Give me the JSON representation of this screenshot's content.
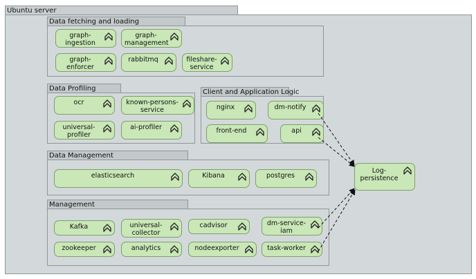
{
  "server": {
    "title": "Ubuntu server"
  },
  "groups": [
    {
      "name": "Data fetching and loading"
    },
    {
      "name": "Data Profiling"
    },
    {
      "name": "Client and Application Logic"
    },
    {
      "name": "Data Management"
    },
    {
      "name": "Management"
    }
  ],
  "services": {
    "graph_ingestion": "graph-\ningestion",
    "graph_management": "graph-\nmanagement",
    "graph_enforcer": "graph-\nenforcer",
    "rabbitmq": "rabbitmq",
    "fileshare_service": "fileshare-\nservice",
    "ocr": "ocr",
    "known_persons_service": "known-persons-\nservice",
    "universal_profiler": "universal-\nprofiler",
    "ai_profiler": "ai-profiler",
    "nginx": "nginx",
    "dm_notify": "dm-notify",
    "front_end": "front-end",
    "api": "api",
    "elasticsearch": "elasticsearch",
    "kibana": "Kibana",
    "postgres": "postgres",
    "kafka": "Kafka",
    "universal_collector": "universal-\ncollector",
    "cadvisor": "cadvisor",
    "dm_service_iam": "dm-service-\niam",
    "zookeeper": "zookeeper",
    "analytics": "analytics",
    "nodeexporter": "nodeexporter",
    "task_worker": "task-worker",
    "log_persistence": "Log-\npersistence"
  },
  "icon": "component-chevron-icon"
}
